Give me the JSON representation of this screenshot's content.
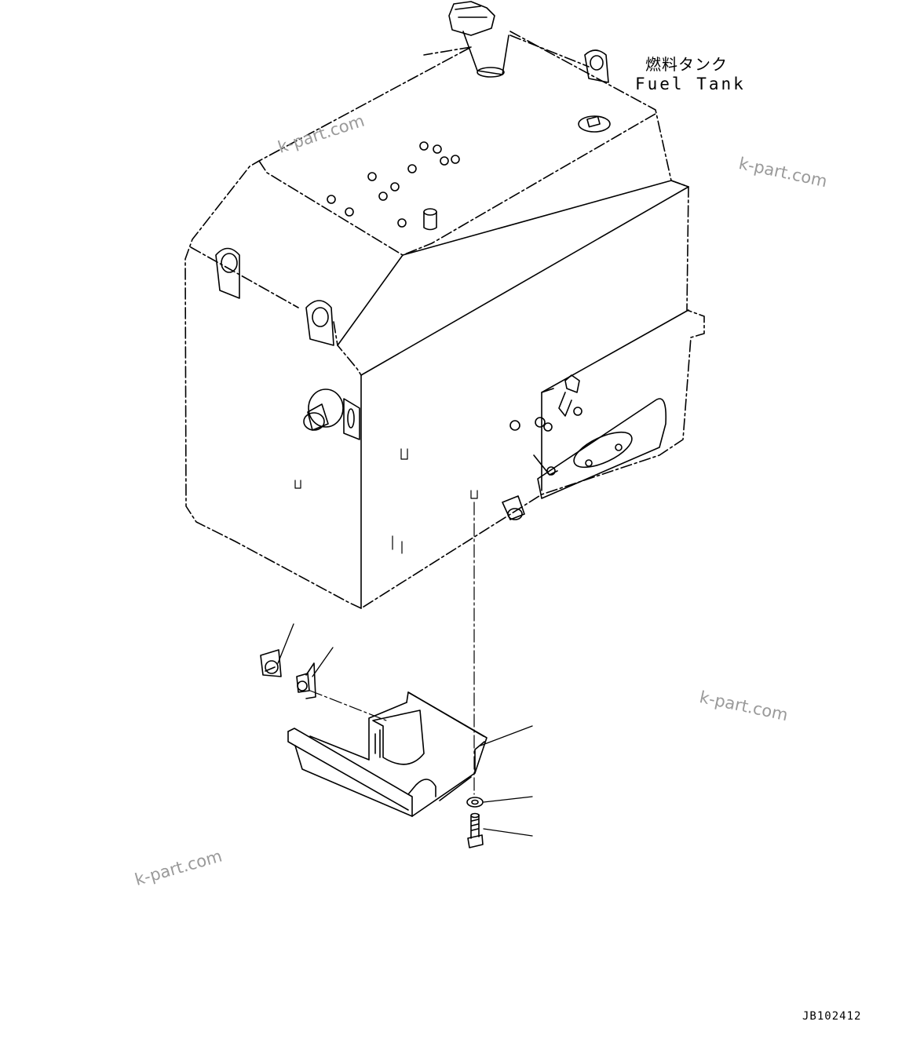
{
  "labels": {
    "tank_jp": "燃料タンク",
    "tank_en": "Fuel Tank",
    "drawing_code": "JB102412"
  },
  "watermarks": [
    "k-part.com",
    "k-part.com",
    "k-part.com",
    "k-part.com"
  ],
  "colors": {
    "line": "#000000",
    "background": "#ffffff",
    "watermark": "#9a9a9a"
  }
}
